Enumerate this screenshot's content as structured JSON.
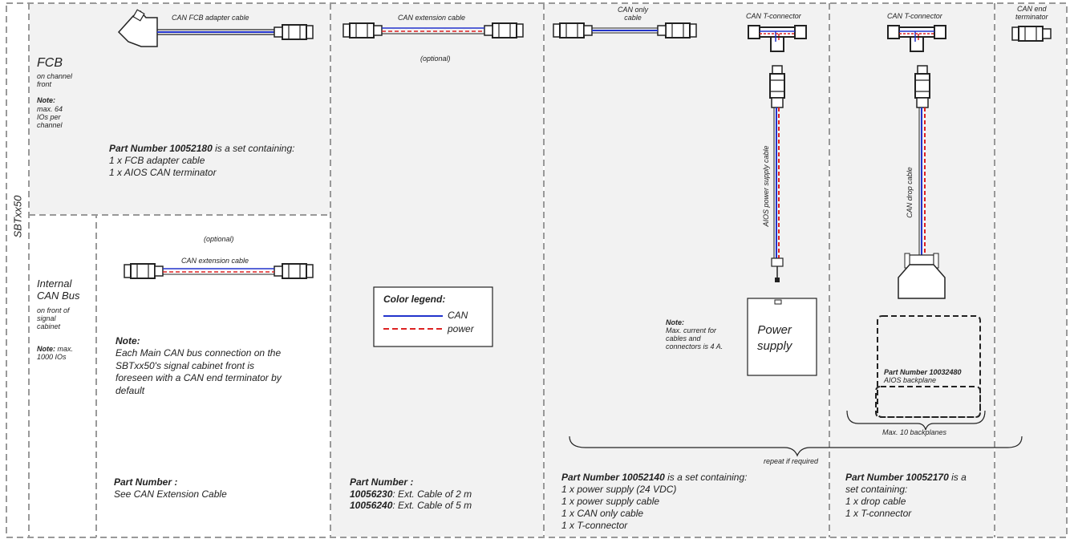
{
  "side_label": "SBTxx50",
  "fcb": {
    "title": "FCB",
    "subtitle": "on channel\nfront",
    "note_label": "Note:",
    "note_text": "max. 64\nIOs per\nchannel",
    "cable_label": "CAN FCB adapter cable",
    "part_number": "Part Number 10052180",
    "part_suffix": " is a set containing:",
    "items": [
      "1 x FCB adapter cable",
      "1 x AIOS CAN terminator"
    ]
  },
  "internal": {
    "title": "Internal\nCAN Bus",
    "subtitle": "on front of\nsignal\ncabinet",
    "note_label": "Note:",
    "note_text": " max.\n1000 IOs",
    "optional": "(optional)",
    "cable_label": "CAN extension cable",
    "note_heading": "Note:",
    "note_body": "Each Main CAN bus connection on the\nSBTxx50's signal cabinet front is\nforeseen with a CAN end terminator by\ndefault",
    "part_heading": "Part Number :",
    "part_body": "See CAN Extension Cable"
  },
  "extension": {
    "cable_label": "CAN extension cable",
    "optional": "(optional)",
    "legend_title": "Color legend:",
    "legend_can": "CAN",
    "legend_power": "power",
    "part_heading": "Part Number :",
    "part_lines": [
      {
        "num": "10056230",
        "desc": ": Ext. Cable of 2 m"
      },
      {
        "num": "10056240",
        "desc": ": Ext. Cable of 5 m"
      }
    ]
  },
  "power": {
    "can_only_label": "CAN only\ncable",
    "t_connector_label": "CAN T-connector",
    "supply_cable_label": "AIOS power supply cable",
    "note_heading": "Note:",
    "note_body": "Max. current for\ncables and\nconnectors is 4 A.",
    "supply_label": "Power\nsupply",
    "repeat": "repeat if required",
    "part_number": "Part Number 10052140",
    "part_suffix": " is a set containing:",
    "items": [
      "1 x power supply (24 VDC)",
      "1 x power supply cable",
      "1 x CAN only cable",
      "1 x T-connector"
    ]
  },
  "drop": {
    "t_connector_label": "CAN T-connector",
    "cable_label": "CAN drop cable",
    "backplane_part": "Part Number 10032480",
    "backplane_name": "AIOS backplane",
    "max_label": "Max. 10 backplanes",
    "part_number": "Part Number 10052170",
    "part_suffix": " is a\nset containing:",
    "items": [
      "1 x drop cable",
      "1 x T-connector"
    ]
  },
  "terminator": {
    "label": "CAN end\nterminator"
  },
  "colors": {
    "can": "#2233cc",
    "power": "#dd2222",
    "frame": "#999999",
    "panel": "#f2f2f2"
  }
}
